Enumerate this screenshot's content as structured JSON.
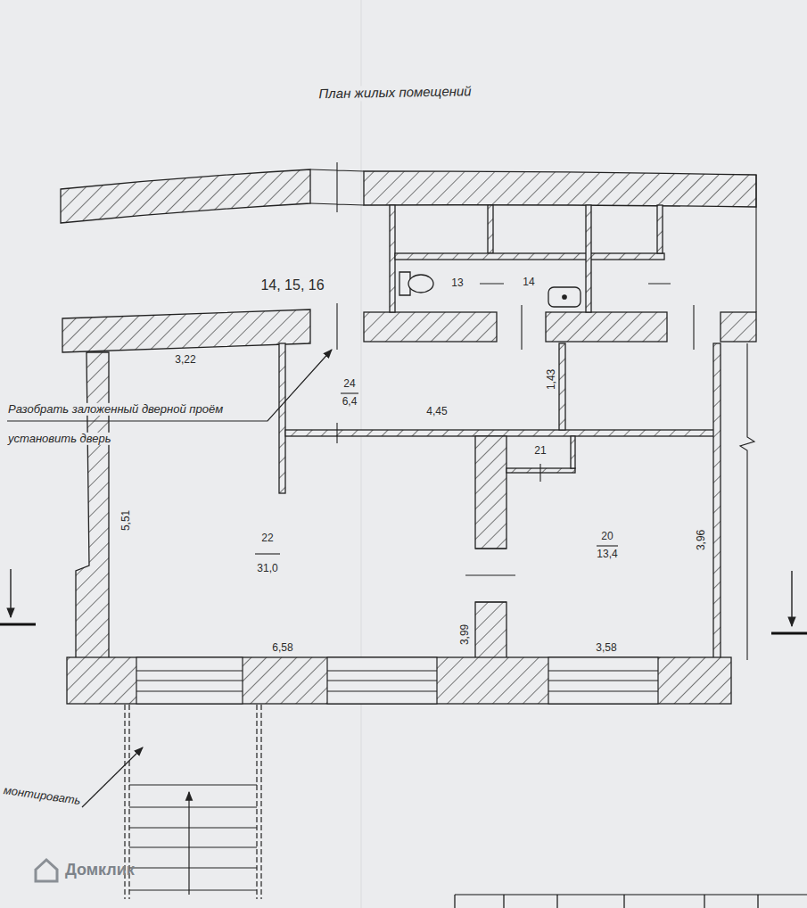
{
  "diagram": {
    "title": "План жилых помещений",
    "labels": [
      "14, 15, 16",
      "13",
      "14",
      "3,22",
      "24",
      "6,4",
      "1,43",
      "4,45",
      "Разобрать заложенный дверной проём",
      "установить дверь",
      "21",
      "5,51",
      "22",
      "31,0",
      "20",
      "13,4",
      "3,96",
      "3,99",
      "6,58",
      "3,58",
      "монтировать",
      "Домклик"
    ]
  }
}
